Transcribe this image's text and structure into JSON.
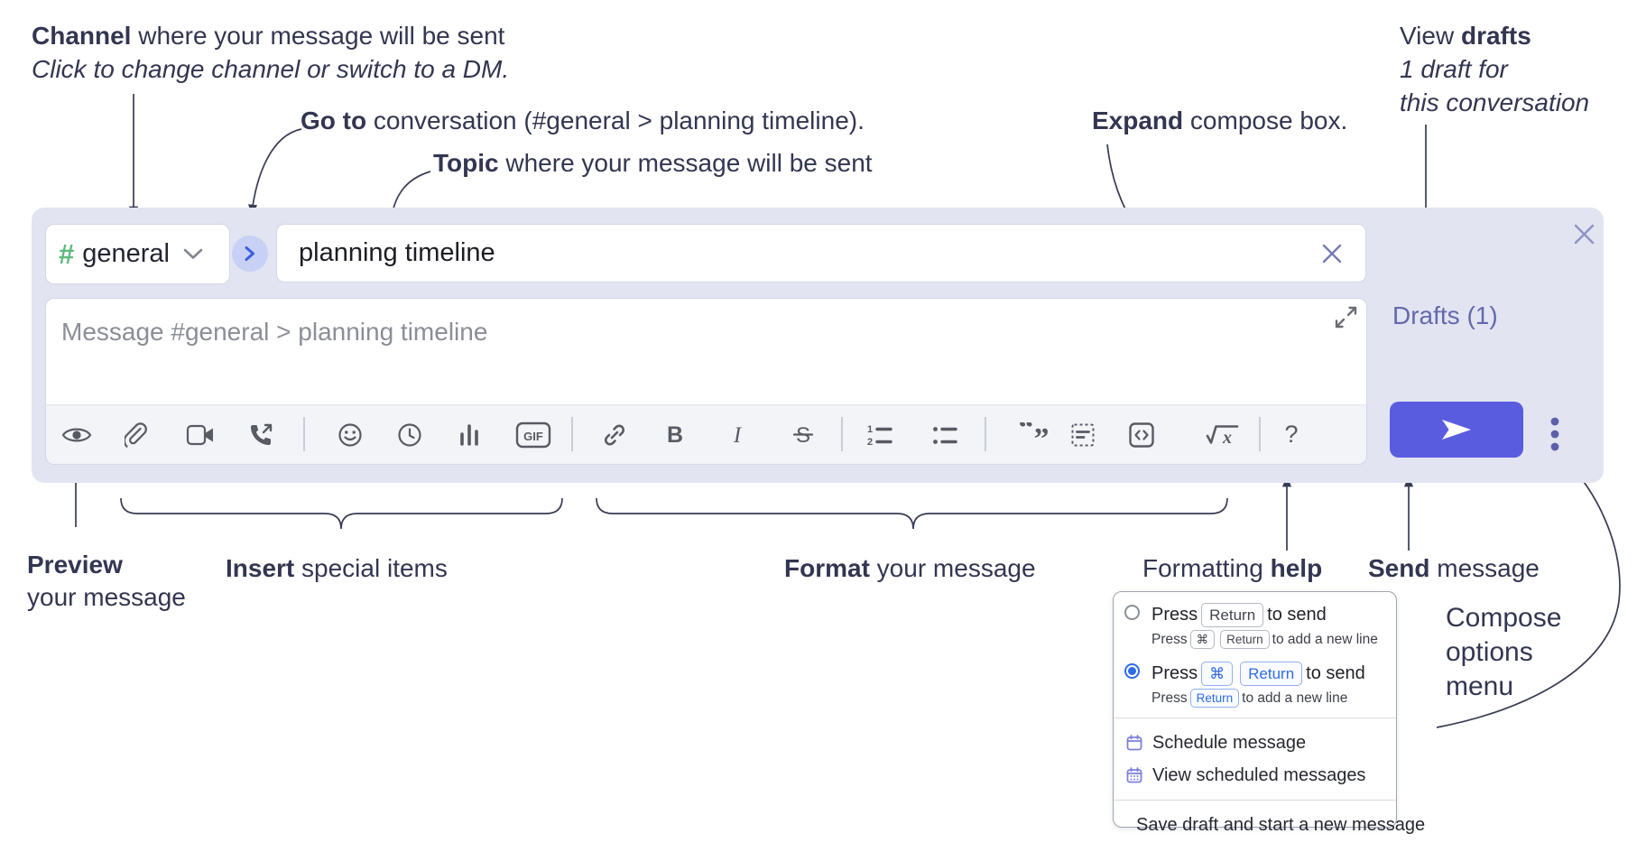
{
  "annotations": {
    "channel": {
      "bold": "Channel",
      "rest": " where your message will be sent",
      "line2": "Click to change channel or switch to a DM."
    },
    "go_to": {
      "bold": "Go to",
      "rest": " conversation (#general > planning timeline)."
    },
    "topic": {
      "bold": "Topic",
      "rest": " where your message will be sent"
    },
    "expand": {
      "bold": "Expand",
      "rest": " compose box."
    },
    "view_drafts": {
      "pre": "View ",
      "bold": "drafts",
      "line2": "1 draft for",
      "line3": "this conversation"
    },
    "preview": {
      "bold": "Preview",
      "line2": "your message"
    },
    "insert": {
      "bold": "Insert",
      "rest": " special items"
    },
    "format": {
      "bold": "Format",
      "rest": " your message"
    },
    "formatting_help": {
      "pre": "Formatting ",
      "bold": "help"
    },
    "send": {
      "bold": "Send",
      "rest": " message"
    },
    "compose_options": {
      "line1": "Compose",
      "line2": "options",
      "line3": "menu"
    }
  },
  "composer": {
    "channel": {
      "hash": "#",
      "name": "general"
    },
    "topic_value": "planning timeline",
    "message_placeholder": "Message #general > planning timeline",
    "drafts_label": "Drafts (1)",
    "toolbar_icons": [
      "preview-eye",
      "attach-paperclip",
      "video",
      "audio-call",
      "emoji",
      "recent",
      "bar-chart",
      "gif",
      "link",
      "bold",
      "italic",
      "strikethrough",
      "ordered-list",
      "bullet-list",
      "blockquote",
      "code-block",
      "inline-code",
      "formula",
      "formatting-help"
    ],
    "glyphs": {
      "bold": "B",
      "italic": "I",
      "strike": "S",
      "gif": "GIF",
      "sqrt": "√x",
      "help": "?",
      "ol1": "1",
      "ol2": "2"
    }
  },
  "popup": {
    "option1": {
      "pre": "Press",
      "key1": "Return",
      "post": "to send",
      "sub_pre": "Press",
      "sub_key1": "⌘",
      "sub_key2": "Return",
      "sub_post": "to add a new line"
    },
    "option2": {
      "pre": "Press",
      "key1": "⌘",
      "key2": "Return",
      "post": "to send",
      "sub_pre": "Press",
      "sub_key1": "Return",
      "sub_post": "to add a new line"
    },
    "items": [
      {
        "label": "Schedule message"
      },
      {
        "label": "View scheduled messages"
      },
      {
        "label": "Save draft and start a new message"
      }
    ]
  },
  "colors": {
    "accent_send": "#5a5ce0",
    "container_bg": "#e2e4f2",
    "hash_green": "#5eb97c",
    "drafts_purple": "#6468ac",
    "radio_blue": "#2d6ce5",
    "menu_icon_purple": "#7c80d8",
    "annotation_navy": "#333651"
  }
}
